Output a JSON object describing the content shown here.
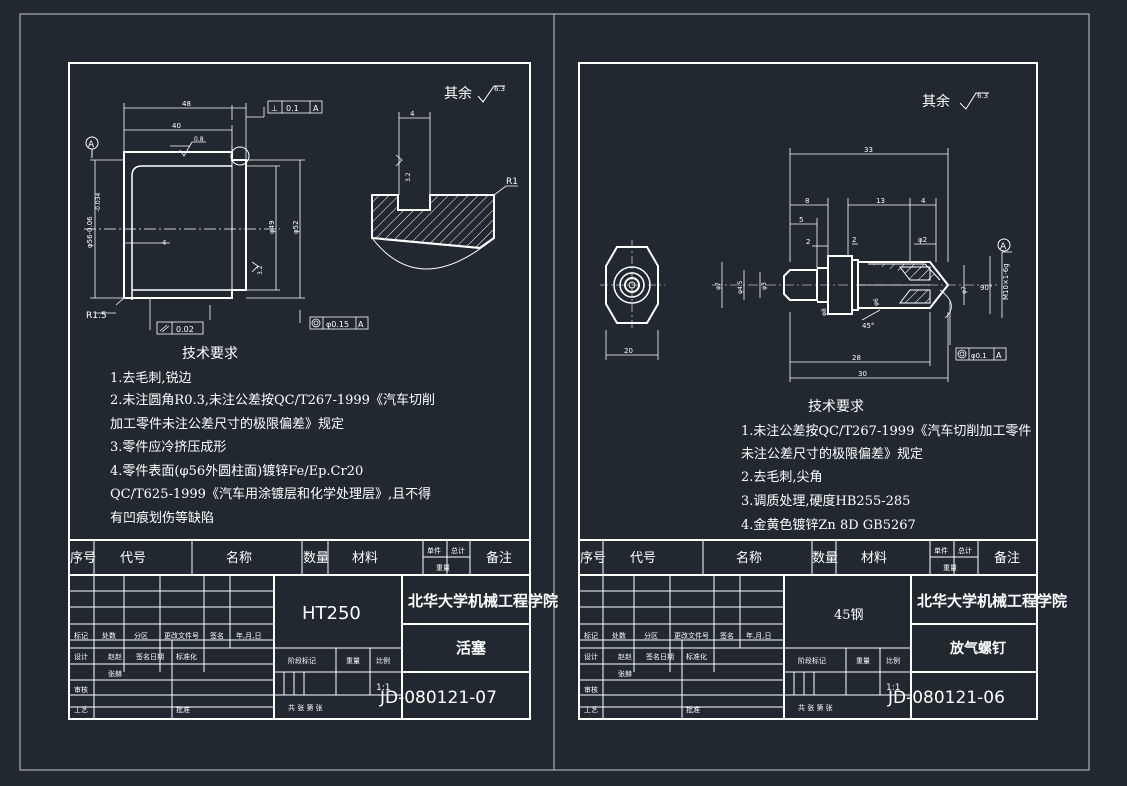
{
  "colors": {
    "background": "#212830",
    "lines": "#ffffff",
    "frame": "#c8c8c8",
    "hatch": "#ffffff"
  },
  "left_sheet": {
    "other_roughness": "其余",
    "roughness_value": "6.3",
    "datum_a": "A",
    "dims": {
      "d48": "48",
      "d40": "40",
      "flat_box_sym": "⊥",
      "flat_box_tol": "0.1",
      "flat_box_datum": "A",
      "rough08": "0.8",
      "dia56": "φ56-0.06",
      "dia56b": "-0.034",
      "r15": "R1.5",
      "d4": "4",
      "d49": "φ49",
      "d52": "φ52",
      "rough32": "3.2",
      "cyl_tol": "0.02",
      "pos_tol": "φ0.15",
      "pos_datum": "A",
      "d4_top": "4",
      "rough32b": "3.2",
      "r1": "R1"
    },
    "tech_title": "技术要求",
    "tech_lines": [
      "1.去毛刺,锐边",
      "2.未注圆角R0.3,未注公差按QC/T267-1999《汽车切削",
      "加工零件未注公差尺寸的极限偏差》规定",
      "3.零件应冷挤压成形",
      "4.零件表面(φ56外圆柱面)镀锌Fe/Ep.Cr20",
      "QC/T625-1999《汽车用涂镀层和化学处理层》,且不得",
      "有凹痕划伤等缺陷"
    ],
    "title_block": {
      "h_seq": "序号",
      "h_code": "代号",
      "h_name": "名称",
      "h_qty": "数量",
      "h_mat": "材料",
      "h_single": "单件",
      "h_total": "总计",
      "h_weight": "重量",
      "h_note": "备注",
      "material": "HT250",
      "school": "北华大学机械工程学院",
      "part_name": "活塞",
      "drawing_no": "JD-080121-07",
      "scale": "1:1",
      "r_mark": "标记",
      "r_count": "处数",
      "r_zone": "分区",
      "r_doc": "更改文件号",
      "r_sign": "签名",
      "r_date": "年,月,日",
      "r_design": "设计",
      "r_signer": "赵赵",
      "r_std": "标准化",
      "r_stage": "阶段标记",
      "r_wt": "重量",
      "r_sc": "比例",
      "r_check": "审核",
      "r_proc": "工艺",
      "r_approve": "批准",
      "r_sheets": "共 张 第 张",
      "designer": "张赫",
      "r_stddate": "签名日期"
    }
  },
  "right_sheet": {
    "other_roughness": "其余",
    "roughness_value": "6.3",
    "datum_a": "A",
    "dims": {
      "d33": "33",
      "d8": "8",
      "d13": "13",
      "d4": "4",
      "d5": "5",
      "d2a": "2",
      "d2b": "2",
      "dphi2": "φ2",
      "d28": "28",
      "d30": "30",
      "d20": "20",
      "dphi7": "φ7",
      "dphi4": "φ4.5",
      "dphi3": "φ3",
      "d8b": "φ8",
      "d10": "M10×1-6g",
      "d90": "90°",
      "d45": "45°",
      "pos_tol": "φ0.1",
      "pos_datum": "A",
      "d6": "φ6",
      "d7b": "φ7"
    },
    "tech_title": "技术要求",
    "tech_lines": [
      "1.未注公差按QC/T267-1999《汽车切削加工零件",
      "未注公差尺寸的极限偏差》规定",
      "2.去毛刺,尖角",
      "3.调质处理,硬度HB255-285",
      "4.金黄色镀锌Zn 8D GB5267"
    ],
    "title_block": {
      "h_seq": "序号",
      "h_code": "代号",
      "h_name": "名称",
      "h_qty": "数量",
      "h_mat": "材料",
      "h_single": "单件",
      "h_total": "总计",
      "h_weight": "重量",
      "h_note": "备注",
      "material": "45钢",
      "school": "北华大学机械工程学院",
      "part_name": "放气螺钉",
      "drawing_no": "JD-080121-06",
      "scale": "1:1",
      "r_mark": "标记",
      "r_count": "处数",
      "r_zone": "分区",
      "r_doc": "更改文件号",
      "r_sign": "签名",
      "r_date": "年,月,日",
      "r_design": "设计",
      "r_signer": "赵赵",
      "r_std": "标准化",
      "r_stage": "阶段标记",
      "r_wt": "重量",
      "r_sc": "比例",
      "r_check": "审核",
      "r_proc": "工艺",
      "r_approve": "批准",
      "r_sheets": "共 张 第 张",
      "designer": "张赫",
      "r_stddate": "签名日期"
    }
  }
}
